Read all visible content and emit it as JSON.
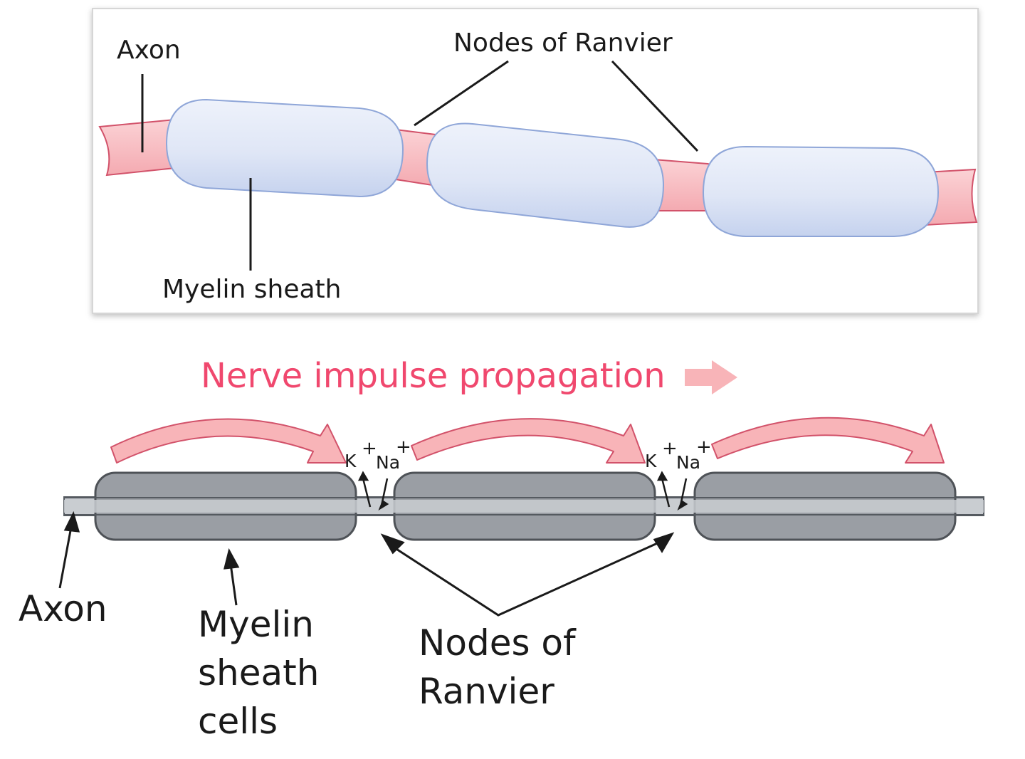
{
  "top_panel": {
    "axon_label": "Axon",
    "nodes_label": "Nodes of Ranvier",
    "myelin_label": "Myelin sheath"
  },
  "bottom_panel": {
    "title": "Nerve impulse propagation",
    "ions": {
      "k": "K",
      "na": "Na",
      "charge": "+"
    },
    "axon_label": "Axon",
    "myelin_label_lines": [
      "Myelin",
      "sheath",
      "cells"
    ],
    "nodes_label_lines": [
      "Nodes of",
      "Ranvier"
    ]
  },
  "colors": {
    "axon_pink": "#f8c0c4",
    "axon_outline": "#d2526a",
    "sheath_blue": "#dfe6f6",
    "sheath_outline": "#8fa6d8",
    "title_pink": "#f0486e",
    "impulse_arrow": "#f8b4b8",
    "sheath_gray": "#9a9ea4",
    "axon_gray": "#c9ccd1"
  }
}
